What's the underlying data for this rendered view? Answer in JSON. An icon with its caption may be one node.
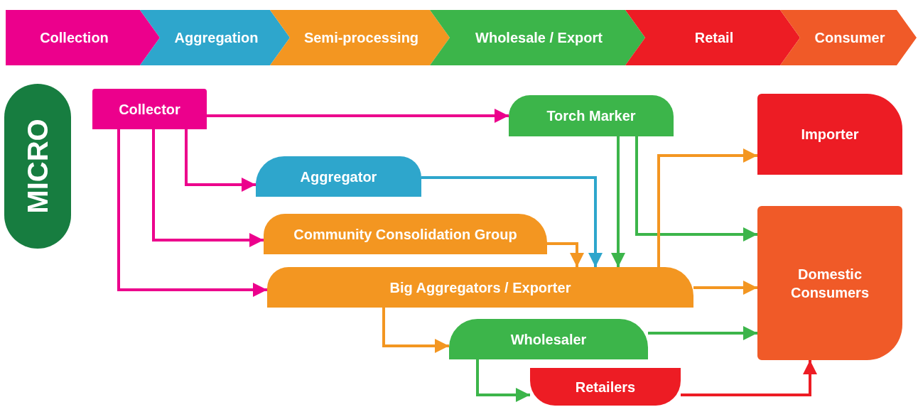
{
  "diagram": {
    "nodes": [
      {
        "text": [
          "Collection"
        ]
      },
      {
        "text": [
          "Aggregation"
        ]
      },
      {
        "text": [
          "Semi-processing"
        ]
      },
      {
        "text": [
          "Wholesale / Export"
        ]
      },
      {
        "text": [
          "Retail"
        ]
      },
      {
        "text": [
          "Consumer"
        ]
      },
      {
        "text": [
          "MICRO"
        ]
      },
      {
        "text": [
          "Collector"
        ]
      },
      {
        "text": [
          "Torch Marker"
        ]
      },
      {
        "text": [
          "Importer"
        ]
      },
      {
        "text": [
          "Aggregator"
        ]
      },
      {
        "text": [
          "Community Consolidation Group"
        ]
      },
      {
        "text": [
          "Big Aggregators / Exporter"
        ]
      },
      {
        "text": [
          "Domestic Consumers"
        ]
      },
      {
        "text": [
          "Wholesaler"
        ]
      },
      {
        "text": [
          "Retailers"
        ]
      }
    ],
    "edges": [
      {
        "from": 7,
        "to": 8,
        "arrow": "to",
        "color": "#ec008c"
      },
      {
        "from": 7,
        "to": 10,
        "arrow": "to",
        "color": "#ec008c"
      },
      {
        "from": 7,
        "to": 11,
        "arrow": "to",
        "color": "#ec008c"
      },
      {
        "from": 7,
        "to": 12,
        "arrow": "to",
        "color": "#ec008c"
      },
      {
        "from": 10,
        "to": 12,
        "arrow": "to",
        "color": "#2ea6cc"
      },
      {
        "from": 11,
        "to": 12,
        "arrow": "to",
        "color": "#f39621"
      },
      {
        "from": 8,
        "to": 12,
        "arrow": "to",
        "color": "#3cb54a"
      },
      {
        "from": 8,
        "to": 13,
        "arrow": "to",
        "color": "#3cb54a"
      },
      {
        "from": 12,
        "to": 9,
        "arrow": "to",
        "color": "#f39621"
      },
      {
        "from": 12,
        "to": 13,
        "arrow": "to",
        "color": "#f39621"
      },
      {
        "from": 12,
        "to": 14,
        "arrow": "to",
        "color": "#f39621"
      },
      {
        "from": 14,
        "to": 13,
        "arrow": "to",
        "color": "#3cb54a"
      },
      {
        "from": 14,
        "to": 15,
        "arrow": "to",
        "color": "#3cb54a"
      },
      {
        "from": 15,
        "to": 13,
        "arrow": "to",
        "color": "#ed1c24"
      }
    ]
  }
}
